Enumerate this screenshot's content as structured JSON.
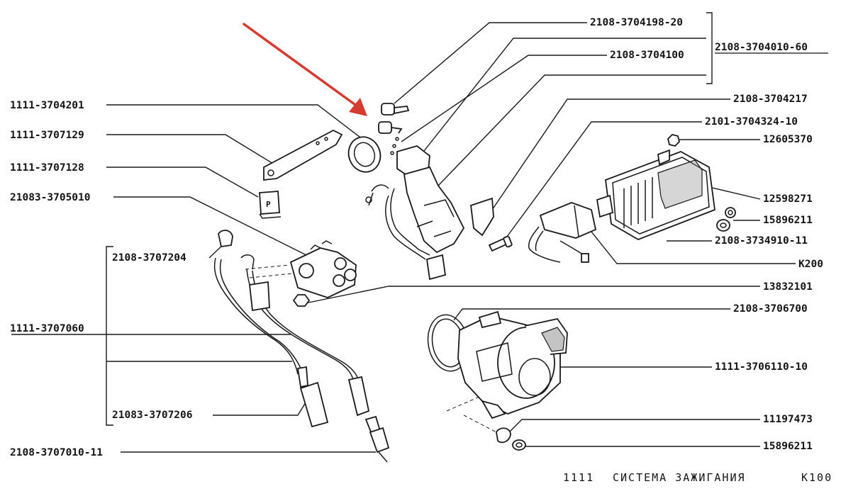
{
  "colors": {
    "ink": "#141414",
    "arrow": "#d63b2f",
    "paper": "#ffffff"
  },
  "labels": {
    "lock_cylinder_keys": "2108-3704198-20",
    "ignition_switch_assembly": "2108-3704010-60",
    "ignition_switch": "2108-3704100",
    "bracket_screw": "2108-3704217",
    "relay": "2101-3704324-10",
    "nut_12605370": "12605370",
    "nut_12598271": "12598271",
    "washer_15896211_top": "15896211",
    "switch_unit": "2108-3734910-11",
    "connector": "K200",
    "nut_13832101": "13832101",
    "gasket": "2108-3706700",
    "distributor_sensor": "1111-3706110-10",
    "nut_11197473": "11197473",
    "washer_15896211_bottom": "15896211",
    "ring_seal": "1111-3704201",
    "bracket_long": "1111-3707129",
    "bracket_small": "1111-3707128",
    "coil": "21083-3705010",
    "tip": "2108-3707204",
    "hv_wire_set": "1111-3707060",
    "wire_tip": "21083-3707206",
    "spark_plug": "2108-3707010-11"
  },
  "title": {
    "model": "1111",
    "system": "СИСТЕМА ЗАЖИГАНИЯ",
    "code": "К100"
  }
}
